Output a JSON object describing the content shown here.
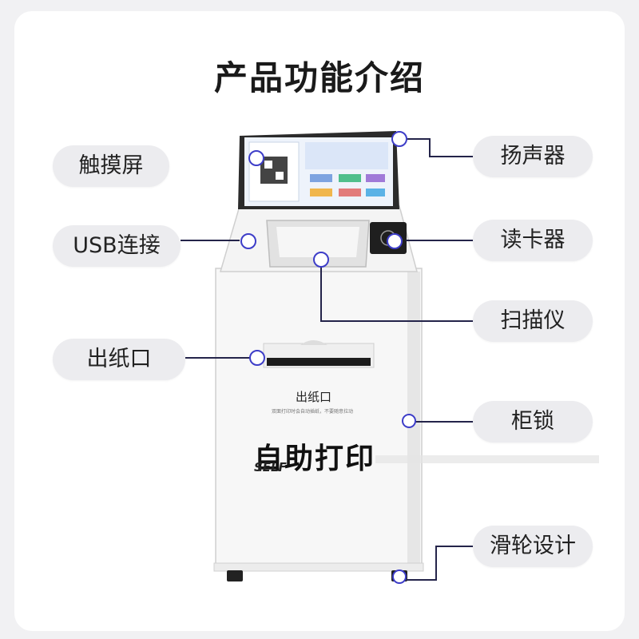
{
  "title": "产品功能介绍",
  "labels": {
    "touch_screen": "触摸屏",
    "usb": "USB连接",
    "paper_out": "出纸口",
    "speaker": "扬声器",
    "card_reader": "读卡器",
    "scanner": "扫描仪",
    "lock": "柜锁",
    "wheels": "滑轮设计"
  },
  "kiosk": {
    "slot_label": "出纸口",
    "slot_note": "双面打印时会自动插纸，不要随意拉动",
    "brand": "自助打印",
    "brand_sub": "SELF"
  },
  "colors": {
    "accent_line": "#24244a",
    "marker": "#3d3dc8",
    "pill_bg": "#ececef"
  }
}
